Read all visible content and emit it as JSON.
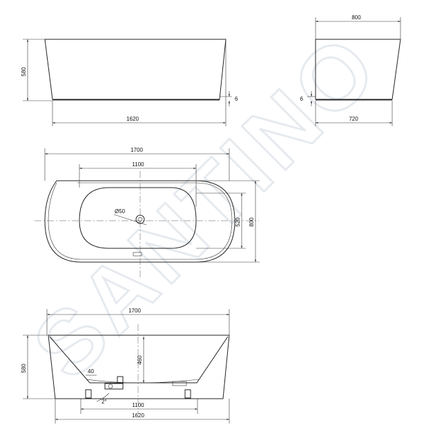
{
  "watermark": "SANTINO",
  "views": {
    "side_top": {
      "height": "580",
      "length": "1620",
      "foot": "6"
    },
    "end": {
      "top_width": "800",
      "bottom_width": "720",
      "foot": "6"
    },
    "plan": {
      "outer_length": "1700",
      "inner_length": "1100",
      "drain": "Ø50",
      "inner_width": "520",
      "outer_width": "800"
    },
    "section": {
      "outer_length": "1700",
      "height": "580",
      "depth": "460",
      "offset": "40",
      "slope": "2°",
      "inner_length": "1100",
      "base_length": "1620"
    }
  },
  "colors": {
    "line": "#222222",
    "watermark": "#c8d2dc"
  }
}
